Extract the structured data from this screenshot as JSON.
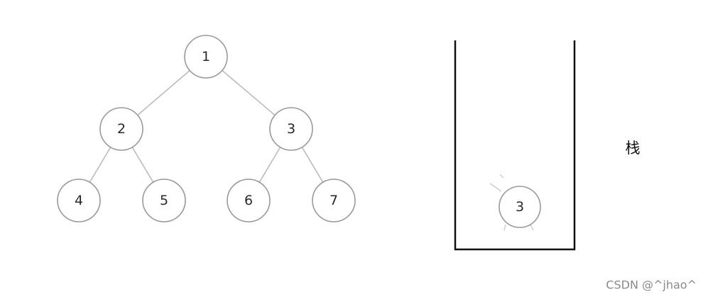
{
  "tree": {
    "nodes": [
      {
        "id": "n1",
        "label": "1"
      },
      {
        "id": "n2",
        "label": "2"
      },
      {
        "id": "n3",
        "label": "3"
      },
      {
        "id": "n4",
        "label": "4"
      },
      {
        "id": "n5",
        "label": "5"
      },
      {
        "id": "n6",
        "label": "6"
      },
      {
        "id": "n7",
        "label": "7"
      }
    ],
    "edges": [
      [
        "n1",
        "n2"
      ],
      [
        "n1",
        "n3"
      ],
      [
        "n2",
        "n4"
      ],
      [
        "n2",
        "n5"
      ],
      [
        "n3",
        "n6"
      ],
      [
        "n3",
        "n7"
      ]
    ]
  },
  "stack": {
    "label": "栈",
    "items": [
      "3"
    ]
  },
  "watermark": "CSDN @^jhao^"
}
